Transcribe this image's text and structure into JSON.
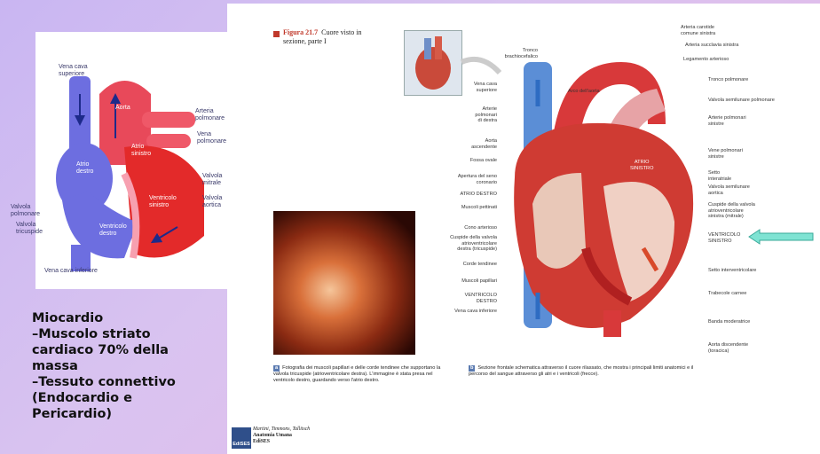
{
  "left_diagram": {
    "labels": {
      "vena_cava_superiore": "Vena cava\nsuperiore",
      "aorta": "Aorta",
      "arteria_polmonare": "Arteria\npolmonare",
      "vena_polmonare": "Vena\npolmonare",
      "atrio_sinistro": "Atrio\nsinistro",
      "atrio_destro": "Atrio\ndestro",
      "valvola_mitrale": "Valvola\nmitrale",
      "ventricolo_sinistro": "Ventricolo\nsinistro",
      "valvola_aortica": "Valvola\naortica",
      "valvola_polmonare": "Valvola\npolmonare",
      "valvola_tricuspide": "Valvola\ntricuspide",
      "ventricolo_destro": "Ventricolo\ndestro",
      "vena_cava_inferiore": "Vena cava inferiore"
    }
  },
  "bullets": [
    "Miocardio",
    "–Muscolo striato",
    "cardiaco 70% della",
    "massa",
    "–Tessuto connettivo",
    "(Endocardio e",
    "Pericardio)"
  ],
  "figure": {
    "number": "Figura 21.7",
    "title_rest": "Cuore visto in",
    "title_line2": "sezione, parte I"
  },
  "right_labels_left": [
    "Tronco\nbrachiocefalico",
    "Vena cava\nsuperiore",
    "Arterie\npolmonari\ndi destra",
    "Aorta\nascendente",
    "Fossa ovale",
    "Apertura del seno\ncoronario",
    "ATRIO DESTRO",
    "Muscoli pettinati",
    "Cono arterioso",
    "Cuspide della valvola\natrioventricolare\ndestra (tricuspide)",
    "Corde tendinee",
    "Muscoli papillari",
    "VENTRICOLO\nDESTRO",
    "Vena cava inferiore"
  ],
  "right_labels_right": [
    "Arteria carotide\ncomune sinistra",
    "Arteria succlavia sinistra",
    "Legamento arterioso",
    "Tronco polmonare",
    "Valvola semilunare polmonare",
    "Arterie polmonari\nsinistre",
    "Vene polmonari\nsinistre",
    "Setto\ninteratriale",
    "Valvola semilunare\naortica",
    "Cuspide della valvola\natrioventricolare\nsinistra (mitrale)",
    "VENTRICOLO\nSINISTRO",
    "Setto interventricolare",
    "Trabecole carnee",
    "Banda moderatrice",
    "Aorta discendente\n(toracica)"
  ],
  "inner_labels": {
    "arco_aorta": "Arco dell'aorta",
    "atrio_sinistro": "ATRIO\nSINISTRO"
  },
  "captions": {
    "a_badge": "a",
    "a_text": "Fotografia dei muscoli papillari e delle corde tendinee che supportano la valvola tricuspide (atrioventricolare destra). L'immagine è stata presa nel ventricolo destro, guardando verso l'atrio destro.",
    "b_badge": "b",
    "b_text": "Sezione frontale schematica attraverso il cuore rilassato, che mostra i principali limiti anatomici e il percorso del sangue attraverso gli atri e i ventricoli (frecce)."
  },
  "footer": {
    "authors": "Martini, Timmons, Tallitsch",
    "book": "Anatomia Umana",
    "publisher": "EdiSES",
    "logo_text": "EdiSES"
  },
  "colors": {
    "accent_arrow": "#7fe3d3",
    "figure_red": "#c0392b",
    "heart_red": "#d8393a",
    "vein_blue": "#5b8ed6"
  }
}
